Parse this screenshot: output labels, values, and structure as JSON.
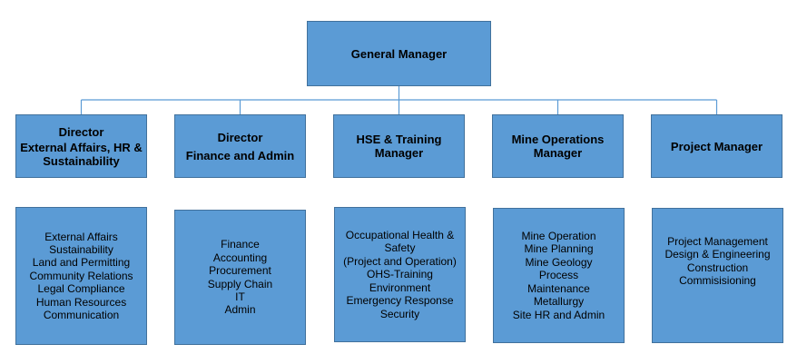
{
  "general_manager": {
    "title": "General Manager"
  },
  "departments": [
    {
      "head": [
        "Director",
        "External Affairs, HR &",
        "Sustainability"
      ],
      "duties": [
        "External Affairs",
        "Sustainability",
        "Land and Permitting",
        "Community Relations",
        "Legal Compliance",
        "Human Resources",
        "Communication"
      ]
    },
    {
      "head": [
        "Director",
        "Finance and Admin"
      ],
      "duties": [
        "Finance",
        "Accounting",
        "Procurement",
        "Supply Chain",
        "IT",
        "Admin"
      ]
    },
    {
      "head": [
        "HSE & Training",
        "Manager"
      ],
      "duties": [
        "Occupational Health &",
        "Safety",
        "(Project and Operation)",
        "OHS-Training",
        "Environment",
        "Emergency Response",
        "Security"
      ]
    },
    {
      "head": [
        "Mine Operations",
        "Manager"
      ],
      "duties": [
        "Mine Operation",
        "Mine Planning",
        "Mine Geology",
        "Process",
        "Maintenance",
        "Metallurgy",
        "Site HR and Admin"
      ]
    },
    {
      "head": [
        "Project Manager"
      ],
      "duties": [
        "Project Management",
        "Design & Engineering",
        "Construction",
        "Commisisioning"
      ]
    }
  ],
  "colors": {
    "box_fill": "#5b9bd5",
    "box_border": "#41719c",
    "connector": "#5b9bd5"
  }
}
